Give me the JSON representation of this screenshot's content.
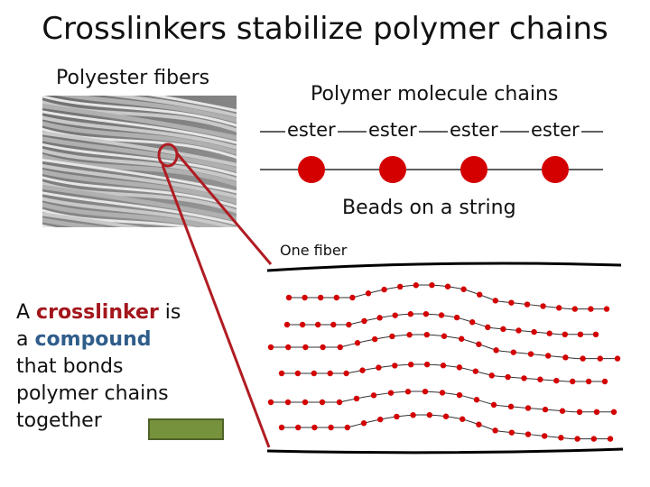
{
  "title": "Crosslinkers stabilize polymer chains",
  "photo": {
    "label": "Polyester fibers"
  },
  "chain_diagram": {
    "label": "Polymer molecule chains",
    "ester_labels": [
      "ester",
      "ester",
      "ester",
      "ester"
    ],
    "bead_caption": "Beads on a string",
    "bead_color": "#d40000"
  },
  "fiber_diagram": {
    "label": "One fiber"
  },
  "definition": {
    "prefix": "A ",
    "crosslinker": "crosslinker",
    "middle": " is a ",
    "compound": "compound",
    "suffix": " that bonds polymer chains together"
  },
  "colors": {
    "callout_line": "#b01c22",
    "crosslinker_text": "#a3161c",
    "compound_text": "#2f5d8a",
    "swatch": "#76923c"
  }
}
